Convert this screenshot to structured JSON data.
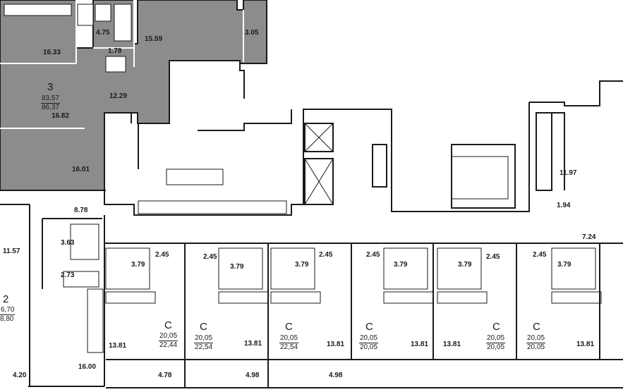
{
  "colors": {
    "highlight": "#8c8c8c",
    "wall": "#1a1a1a",
    "background": "#ffffff"
  },
  "apartment_3": {
    "rooms": "3",
    "area_total": "83,57",
    "area_with_balcony": "86,37"
  },
  "apartment_2": {
    "rooms": "2",
    "area_total": "6,70",
    "area_with_balcony": "8,80"
  },
  "room_areas": {
    "a_room1": "16.33",
    "a_bath": "4.75",
    "a_wc": "1.78",
    "a_room2": "15.59",
    "a_balcony": "3.05",
    "a_hall": "12.29",
    "a_kitchen": "16.82",
    "a_room3": "16.01",
    "hall_878": "8.78",
    "room_1157": "11.57",
    "bath_363": "3.63",
    "wc_273": "2.73",
    "room_1600": "16.00",
    "balcony_420": "4.20",
    "right_room": "11.97",
    "right_wc": "1.94",
    "right_hall": "7.24"
  },
  "studios": [
    {
      "type": "C",
      "area_total": "20,05",
      "area_with_balcony": "22,44",
      "bath": "3.79",
      "hall": "2.45",
      "room": "13.81",
      "balcony": "4.78"
    },
    {
      "type": "C",
      "area_total": "20,05",
      "area_with_balcony": "22,54",
      "bath": "3.79",
      "hall": "2.45",
      "room": "13.81",
      "balcony": "4.98"
    },
    {
      "type": "C",
      "area_total": "20,05",
      "area_with_balcony": "22,54",
      "bath": "3.79",
      "hall": "2.45",
      "room": "13.81",
      "balcony": "4.98"
    },
    {
      "type": "C",
      "area_total": "20,05",
      "area_with_balcony": "20,05",
      "bath": "3.79",
      "hall": "2.45",
      "room": "13.81"
    },
    {
      "type": "C",
      "area_total": "20,05",
      "area_with_balcony": "20,05",
      "bath": "3.79",
      "hall": "2.45",
      "room": "13.81"
    },
    {
      "type": "C",
      "area_total": "20,05",
      "area_with_balcony": "20,05",
      "bath": "3.79",
      "hall": "2.45",
      "room": "13.81"
    }
  ]
}
